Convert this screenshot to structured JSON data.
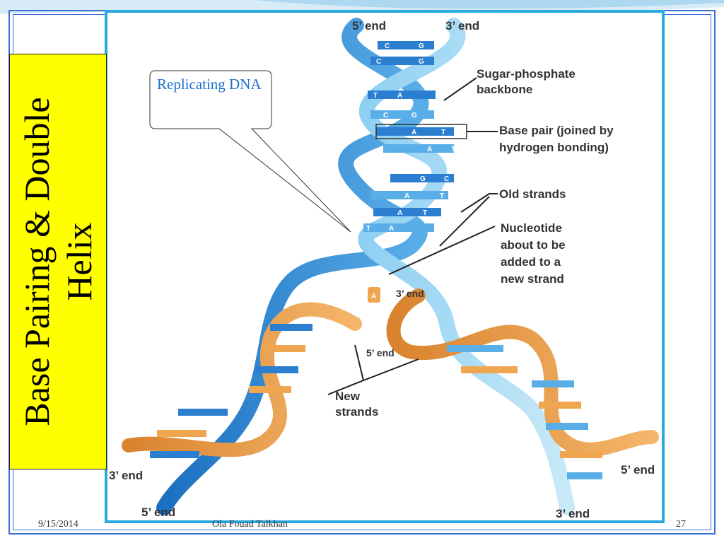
{
  "slide": {
    "title": "Base Pairing & Double Helix",
    "callout": "Replicating DNA",
    "colors": {
      "title_bg": "#ffff00",
      "frame": "#3b6fd6",
      "figure_border": "#29a9e0",
      "callout_text": "#1a6fd0"
    }
  },
  "figure": {
    "labels": {
      "top_5_end": "5’ end",
      "top_3_end": "3’ end",
      "sugar_phosphate_1": "Sugar-phosphate",
      "sugar_phosphate_2": "backbone",
      "base_pair_1": "Base pair (joined by",
      "base_pair_2": "hydrogen bonding)",
      "old_strands": "Old strands",
      "nucleotide_1": "Nucleotide",
      "nucleotide_2": "about to be",
      "nucleotide_3": "added to a",
      "nucleotide_4": "new strand",
      "fork_3_end": "3’ end",
      "fork_5_end": "5’ end",
      "new_strands_1": "New",
      "new_strands_2": "strands",
      "left_3_end": "3’ end",
      "left_5_end": "5’ end",
      "right_5_end": "5’ end",
      "right_3_end": "3’ end"
    },
    "base_pairs": [
      {
        "l": "C",
        "r": "G"
      },
      {
        "l": "C",
        "r": "G"
      },
      {
        "l": "T",
        "r": "A"
      },
      {
        "l": "C",
        "r": "G"
      },
      {
        "l": "A",
        "r": "T"
      },
      {
        "l": "A",
        "r": "T"
      },
      {
        "l": "G",
        "r": "C"
      },
      {
        "l": "A",
        "r": "T"
      },
      {
        "l": "A",
        "r": "T"
      },
      {
        "l": "T",
        "r": "A"
      }
    ],
    "nucleotide_base": "A"
  },
  "footer": {
    "date": "9/15/2014",
    "author": "Ola Fouad Talkhan",
    "page": "27"
  }
}
